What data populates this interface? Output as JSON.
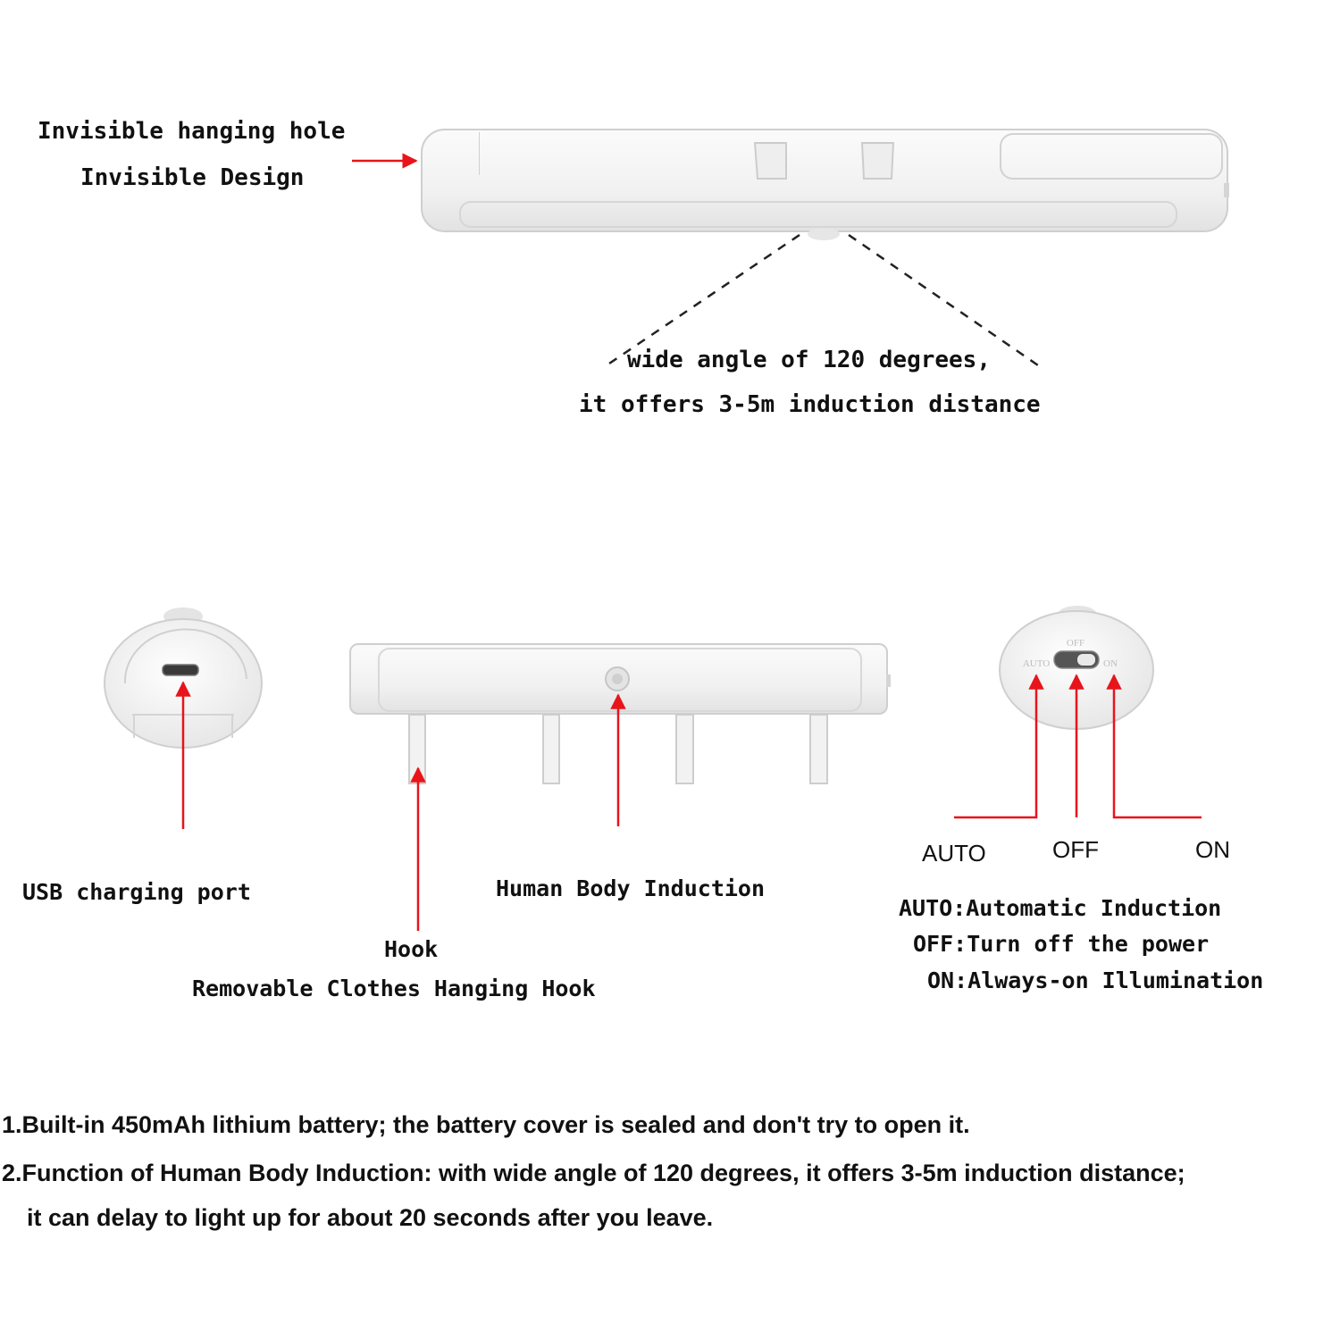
{
  "top": {
    "hole_label": "Invisible hanging hole",
    "design_label": "Invisible Design",
    "angle_line1": "wide angle of 120 degrees,",
    "angle_line2": "it offers 3-5m induction distance"
  },
  "usb": {
    "label": "USB charging port"
  },
  "hooks": {
    "sensor_label": "Human Body Induction",
    "hook_label": "Hook",
    "hook_desc": "Removable Clothes Hanging Hook"
  },
  "switch": {
    "engraved": {
      "auto": "AUTO",
      "off": "OFF",
      "on": "ON"
    },
    "auto_label": "AUTO",
    "off_label": "OFF",
    "on_label": "ON",
    "desc": [
      "AUTO:Automatic Induction",
      "OFF:Turn off the power",
      "ON:Always-on Illumination"
    ]
  },
  "notes": [
    "1.Built-in 450mAh lithium battery; the battery cover is sealed and don't try to open it.",
    "2.Function of Human Body Induction: with wide angle of 120 degrees, it offers 3-5m induction distance;",
    "it can delay to light up for about 20 seconds after you leave."
  ],
  "colors": {
    "arrow": "#e8141b",
    "device": "#f4f4f4",
    "outline": "#c9c9c9"
  }
}
